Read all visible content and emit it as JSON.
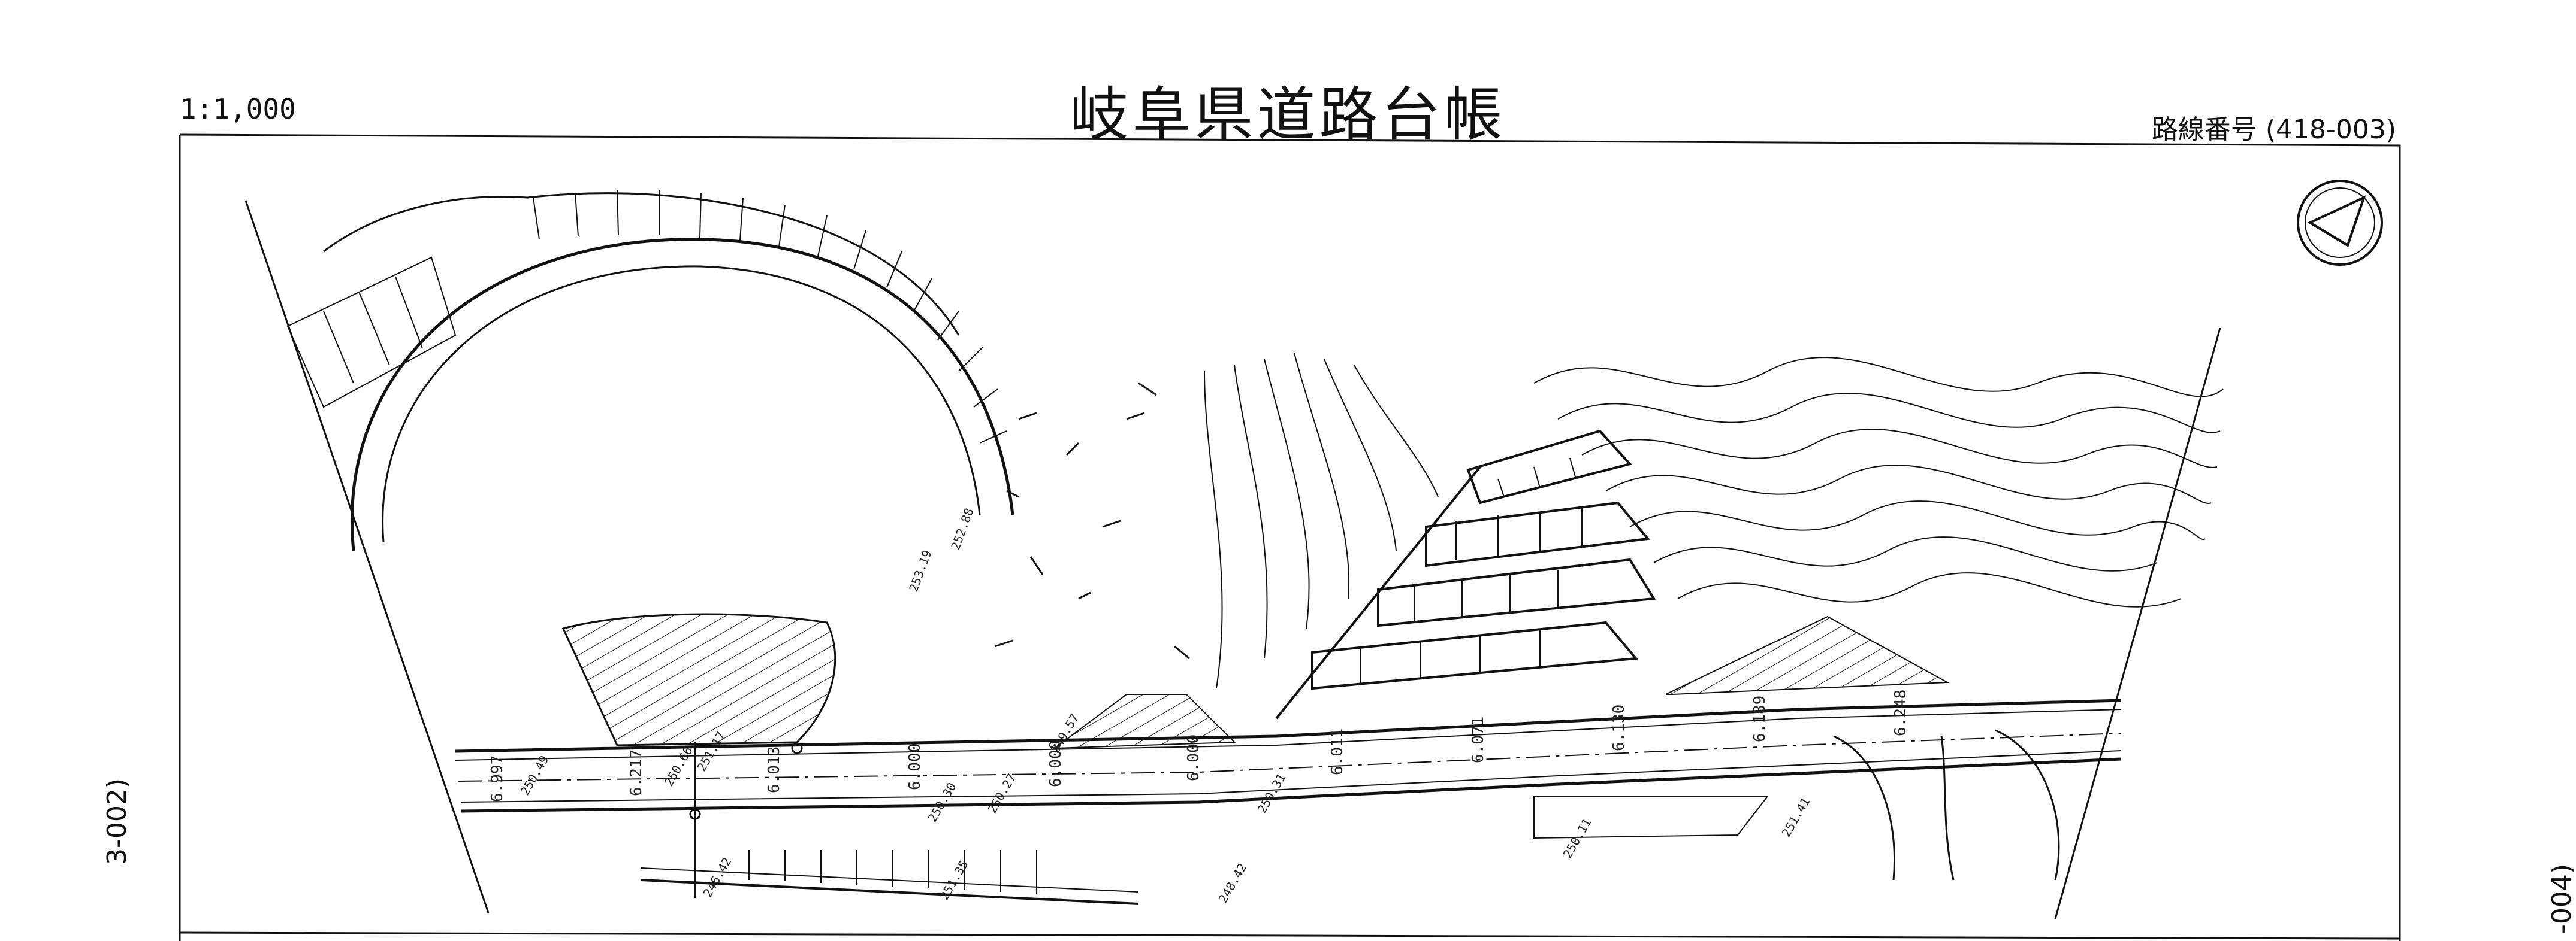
{
  "header": {
    "scale": "1:1,000",
    "title": "岐阜県道路台帳",
    "route_number": "路線番号 (418-003)"
  },
  "edge_labels": {
    "left": "3-002)",
    "right": "-004)"
  },
  "north_arrow": {
    "icon": "north-arrow-icon"
  },
  "map": {
    "width_labels": [
      "6.997",
      "6.217",
      "6.013",
      "6.000",
      "6.000",
      "6.000",
      "6.011",
      "6.071",
      "6.130",
      "6.189",
      "6.248"
    ],
    "elevation_labels": [
      "250.49",
      "250.66",
      "251.17",
      "250.30",
      "250.27",
      "250.31",
      "248.42",
      "251.35",
      "250.11",
      "251.41",
      "253.19",
      "252.88",
      "249.57",
      "246.42"
    ]
  }
}
